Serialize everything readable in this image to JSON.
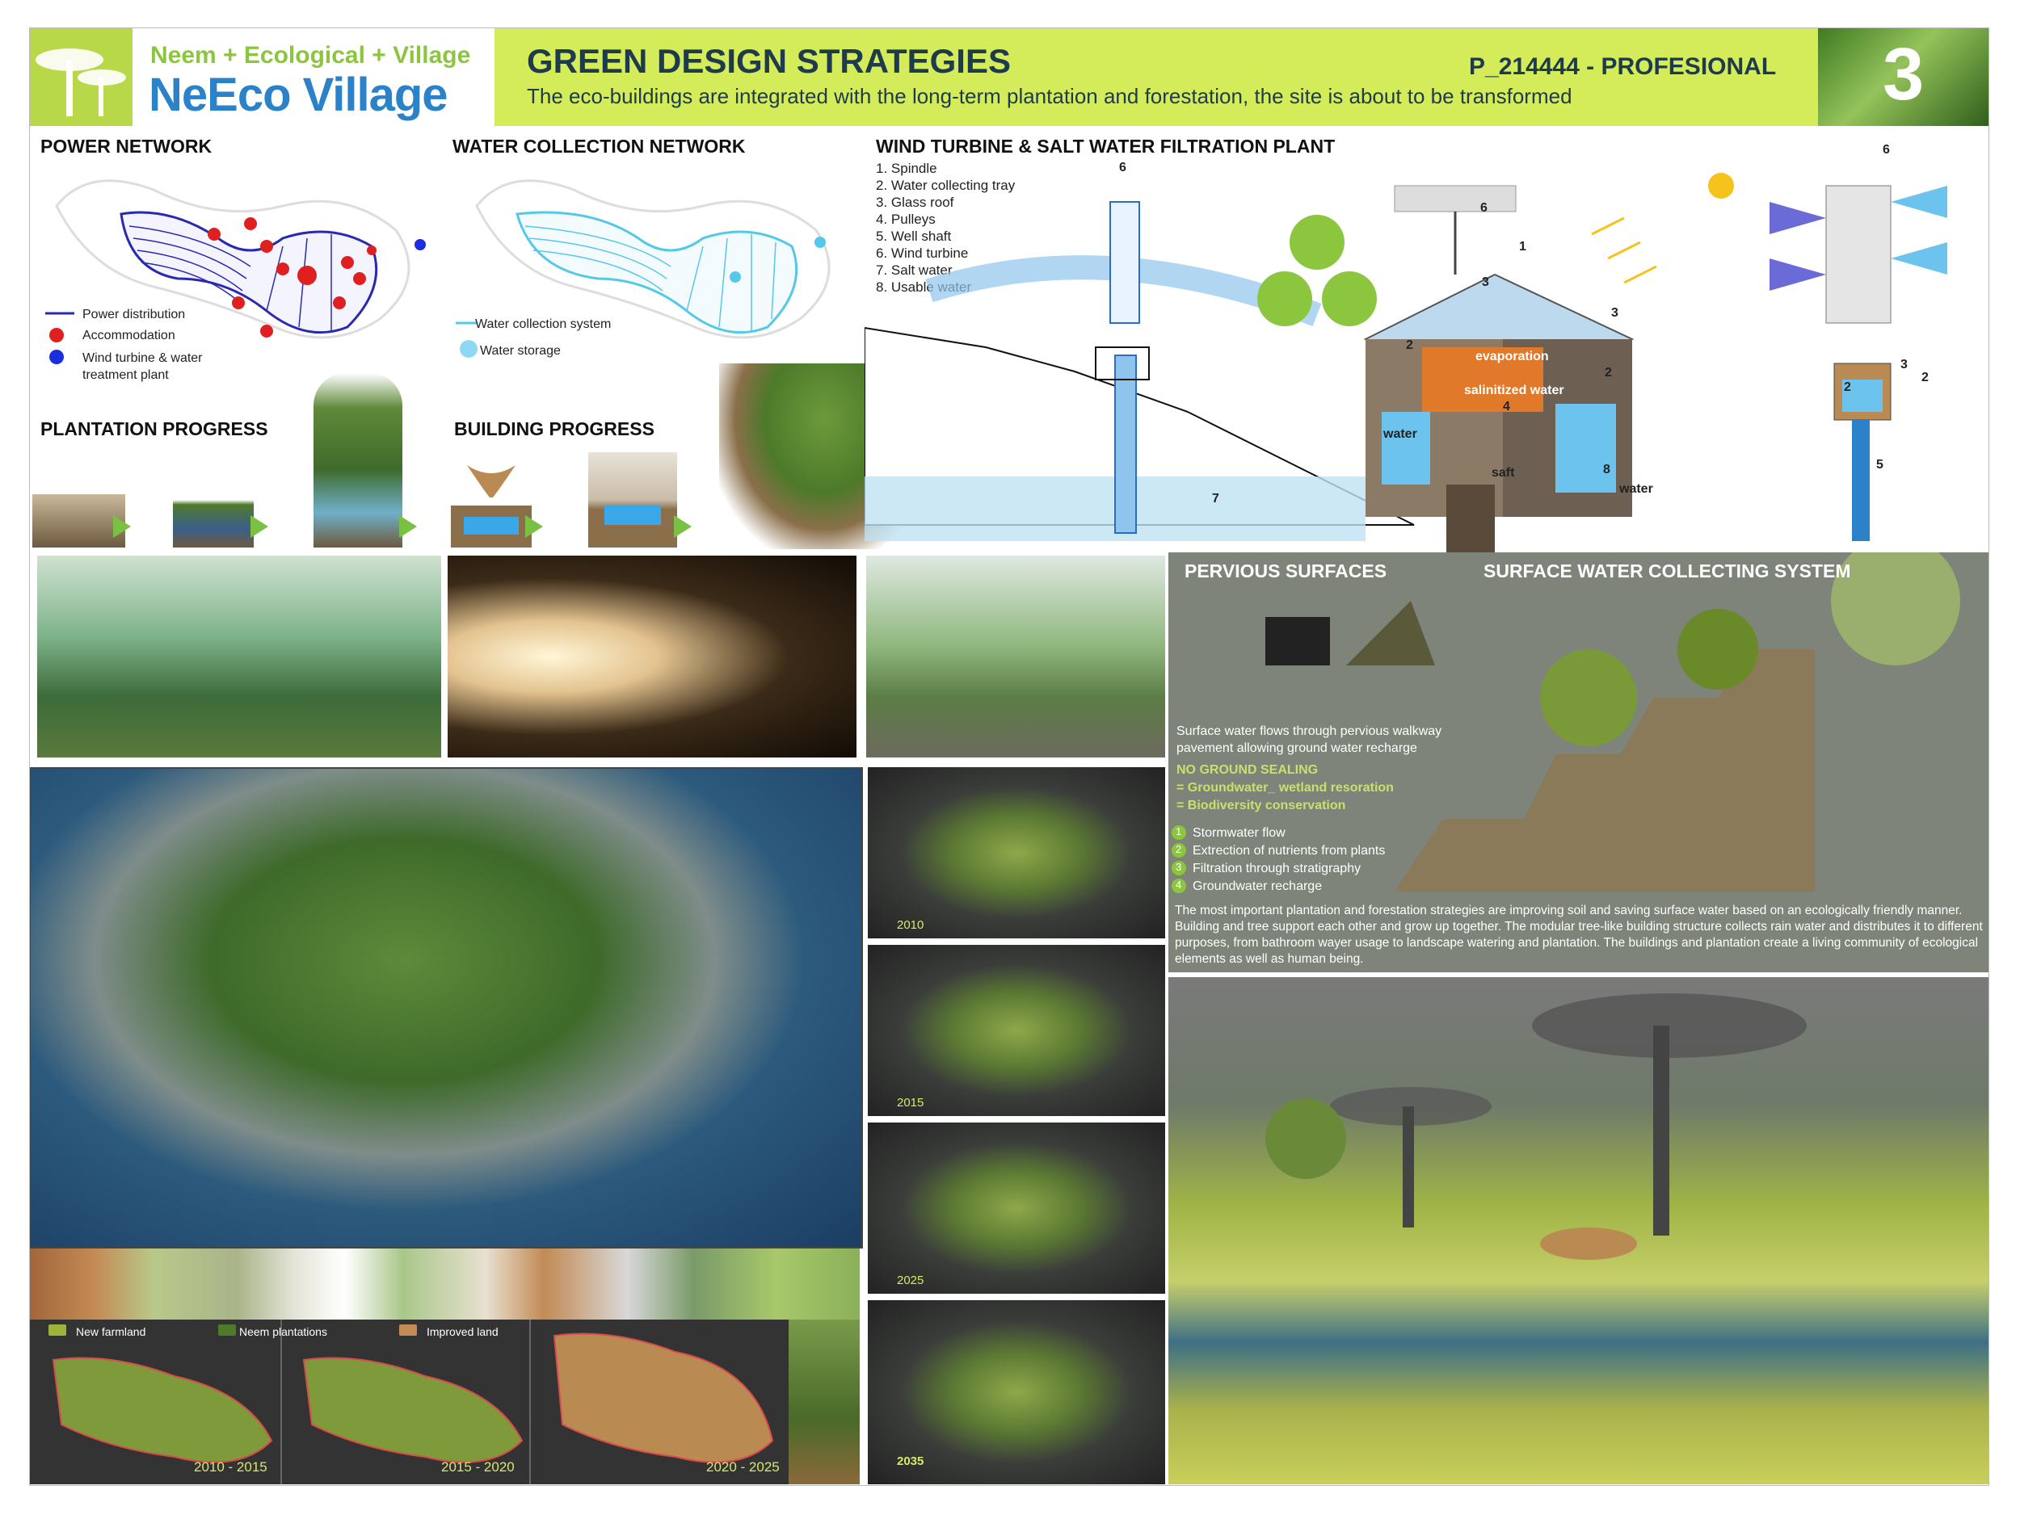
{
  "header": {
    "brand_small": "Neem + Ecological + Village",
    "brand_big": "NeEco Village",
    "title": "GREEN DESIGN STRATEGIES",
    "subtitle": "The eco-buildings are integrated with the long-term plantation and forestation, the site is about to be transformed",
    "code": "P_214444 - PROFESIONAL",
    "sheet_number": "3"
  },
  "power": {
    "title": "POWER NETWORK",
    "legend": [
      "Power distribution",
      "Accommodation",
      "Wind turbine & water treatment plant"
    ]
  },
  "water": {
    "title": "WATER COLLECTION NETWORK",
    "legend": [
      "Water collection system",
      "Water storage"
    ]
  },
  "wind": {
    "title": "WIND TURBINE & SALT WATER FILTRATION PLANT",
    "items": [
      "1. Spindle",
      "2. Water collecting tray",
      "3. Glass roof",
      "4. Pulleys",
      "5. Well shaft",
      "6. Wind turbine",
      "7. Salt water",
      "8. Usable water"
    ],
    "labels": {
      "evaporation": "evaporation",
      "salinitized": "salinitized water",
      "water_left": "water",
      "saft": "saft",
      "water_right": "water",
      "n1": "1",
      "n2a": "2",
      "n2b": "2",
      "n3a": "3",
      "n3b": "3",
      "n4": "4",
      "n5": "5",
      "n6a": "6",
      "n6b": "6",
      "n6c": "6",
      "n7": "7",
      "n8": "8",
      "r2a": "2",
      "r2b": "2",
      "r3": "3"
    }
  },
  "plantation_title": "PLANTATION PROGRESS",
  "building_title": "BUILDING PROGRESS",
  "pervious": {
    "title": "PERVIOUS SURFACES",
    "surface_title": "SURFACE WATER COLLECTING SYSTEM",
    "desc": "Surface water flows through pervious walkway pavement allowing ground water recharge",
    "green_lines": [
      "NO GROUND SEALING",
      "= Groundwater_ wetland resoration",
      "= Biodiversity conservation"
    ],
    "steps": [
      {
        "n": "1",
        "text": "Stormwater flow"
      },
      {
        "n": "2",
        "text": "Extrection of nutrients from plants"
      },
      {
        "n": "3",
        "text": "Filtration through stratigraphy"
      },
      {
        "n": "4",
        "text": "Groundwater recharge"
      }
    ],
    "paragraph": "The most important plantation and forestation strategies are improving soil and saving surface water based on an ecologically friendly manner. Building and tree support each other and grow up together. The modular tree-like building structure collects rain water and distributes it to different purposes, from bathroom wayer usage to landscape watering and plantation. The buildings and plantation create a living community of ecological elements as well as human being."
  },
  "timeline": [
    "2010",
    "2015",
    "2025",
    "2035"
  ],
  "farm_legend": [
    "New farmland",
    "Neem plantations",
    "Improved land"
  ],
  "phases": [
    "2010 - 2015",
    "2015 - 2020",
    "2020 - 2025"
  ],
  "colors": {
    "header": "#d4ec5a",
    "brand_green": "#8cc63f",
    "brand_blue": "#2c82c9",
    "power_line": "#2a2ab0",
    "accommodation": "#e02020",
    "turbine_dot": "#1a2ee0",
    "water_line": "#55c8e8"
  }
}
